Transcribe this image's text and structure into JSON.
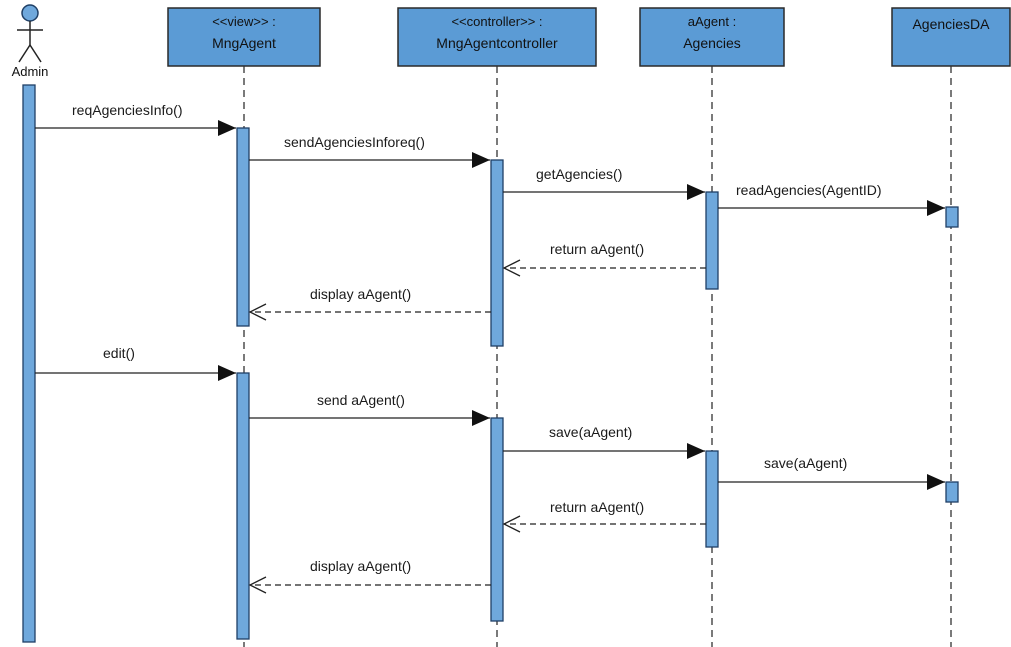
{
  "actor": {
    "name": "Admin"
  },
  "participants": [
    {
      "stereotype": "<<view>> :",
      "name": "MngAgent"
    },
    {
      "stereotype": "<<controller>> :",
      "name": "MngAgentcontroller"
    },
    {
      "stereotype": "aAgent :",
      "name": "Agencies"
    },
    {
      "stereotype": "",
      "name": "AgenciesDA"
    }
  ],
  "messages": [
    {
      "label": "reqAgenciesInfo()",
      "type": "call",
      "from": "Admin",
      "to": "MngAgent"
    },
    {
      "label": "sendAgenciesInforeq()",
      "type": "call",
      "from": "MngAgent",
      "to": "MngAgentcontroller"
    },
    {
      "label": "getAgencies()",
      "type": "call",
      "from": "MngAgentcontroller",
      "to": "Agencies"
    },
    {
      "label": "readAgencies(AgentID)",
      "type": "call",
      "from": "Agencies",
      "to": "AgenciesDA"
    },
    {
      "label": "return aAgent()",
      "type": "return",
      "from": "Agencies",
      "to": "MngAgentcontroller"
    },
    {
      "label": "display aAgent()",
      "type": "return",
      "from": "MngAgentcontroller",
      "to": "MngAgent"
    },
    {
      "label": "edit()",
      "type": "call",
      "from": "Admin",
      "to": "MngAgent"
    },
    {
      "label": "send aAgent()",
      "type": "call",
      "from": "MngAgent",
      "to": "MngAgentcontroller"
    },
    {
      "label": "save(aAgent)",
      "type": "call",
      "from": "MngAgentcontroller",
      "to": "Agencies"
    },
    {
      "label": "save(aAgent)",
      "type": "call",
      "from": "Agencies",
      "to": "AgenciesDA"
    },
    {
      "label": "return aAgent()",
      "type": "return",
      "from": "Agencies",
      "to": "MngAgentcontroller"
    },
    {
      "label": "display aAgent()",
      "type": "return",
      "from": "MngAgentcontroller",
      "to": "MngAgent"
    }
  ],
  "colors": {
    "box_fill": "#5b9bd5",
    "box_stroke": "#2a2a2a",
    "activation_fill": "#6fa8dc",
    "activation_stroke": "#1f3f66",
    "line": "#222222",
    "actor": "#6fa8dc"
  }
}
